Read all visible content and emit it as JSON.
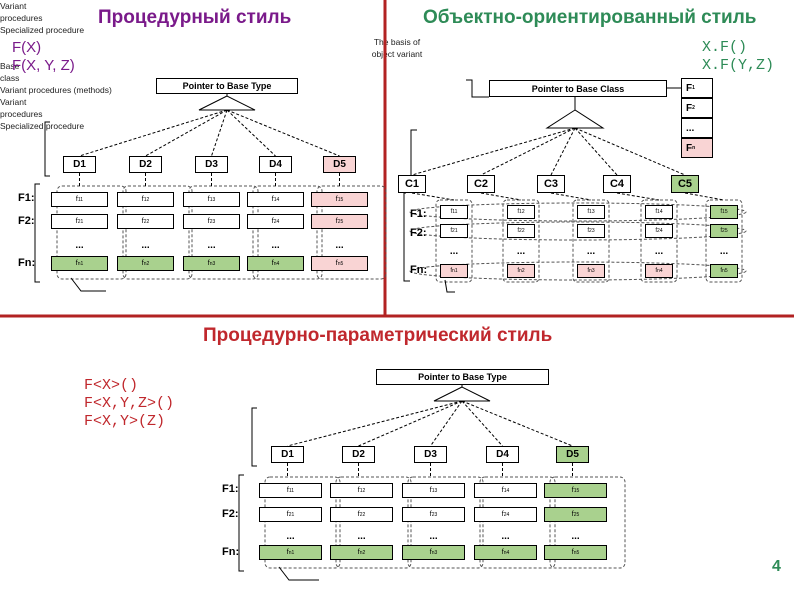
{
  "slide_number": "4",
  "colors": {
    "divider": "#b22222",
    "proc_title": "#7a1a8a",
    "oo_title": "#2e8b57",
    "pp_title": "#c0282d",
    "pink": "#f9d4d4",
    "green": "#a9d18e",
    "code_purple": "#7a1a8a",
    "code_green": "#2e8b57",
    "code_red": "#c0282d"
  },
  "procedural": {
    "title": "Процедурный стиль",
    "code": [
      "F(X)",
      "F(X, Y, Z)"
    ],
    "pointer": "Pointer to Base Type",
    "variant_procedures": "Variant\nprocedures",
    "columns": [
      "D1",
      "D2",
      "D3",
      "D4",
      "D5"
    ],
    "row_labels": [
      "F1:",
      "F2:",
      "Fn:"
    ],
    "rows": [
      [
        "f11",
        "f12",
        "f13",
        "f14",
        "f15"
      ],
      [
        "f21",
        "f22",
        "f23",
        "f24",
        "f25"
      ],
      [
        "...",
        "...",
        "...",
        "...",
        "..."
      ],
      [
        "fn1",
        "fn2",
        "fn3",
        "fn4",
        "fn5"
      ]
    ],
    "specialized": "Specialized procedure"
  },
  "oo": {
    "title": "Объектно-ориентированный стиль",
    "code": [
      "X.F()",
      "X.F(Y,Z)"
    ],
    "pointer": "Pointer to Base Class",
    "basis_label": "The basis of\nobject variant",
    "base_class": "Base\nclass",
    "vtable": [
      "F1",
      "F2",
      "...",
      "Fn"
    ],
    "columns": [
      "C1",
      "C2",
      "C3",
      "C4",
      "C5"
    ],
    "row_labels": [
      "F1:",
      "F2:",
      "Fn:"
    ],
    "rows": [
      [
        "f11",
        "f12",
        "f13",
        "f14",
        "f15"
      ],
      [
        "f21",
        "f22",
        "f23",
        "f24",
        "f25"
      ],
      [
        "...",
        "...",
        "...",
        "...",
        "..."
      ],
      [
        "fn1",
        "fn2",
        "fn3",
        "fn4",
        "fn5"
      ]
    ],
    "variant_methods": "Variant procedures (methods)"
  },
  "pp": {
    "title": "Процедурно-параметрический стиль",
    "code": [
      "F<X>()",
      "F<X,Y,Z>()",
      "F<X,Y>(Z)"
    ],
    "pointer": "Pointer to Base Type",
    "variant_procedures": "Variant\nprocedures",
    "columns": [
      "D1",
      "D2",
      "D3",
      "D4",
      "D5"
    ],
    "row_labels": [
      "F1:",
      "F2:",
      "Fn:"
    ],
    "rows": [
      [
        "f11",
        "f12",
        "f13",
        "f14",
        "f15"
      ],
      [
        "f21",
        "f22",
        "f23",
        "f24",
        "f25"
      ],
      [
        "...",
        "...",
        "...",
        "...",
        "..."
      ],
      [
        "fn1",
        "fn2",
        "fn3",
        "fn4",
        "fn5"
      ]
    ],
    "specialized": "Specialized procedure"
  }
}
